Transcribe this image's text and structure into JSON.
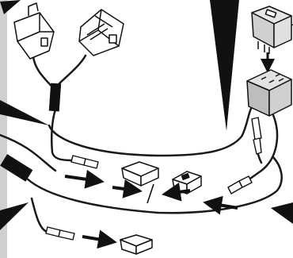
{
  "diagram": {
    "description_free": true,
    "colors": {
      "background": "#ffffff",
      "left_strip": "#d0d0d0",
      "line": "#111111",
      "wire": "#1a1a1a",
      "sleeve": "#111111",
      "relay_body": "#d8d8d8",
      "relay_socket": "#bdbdbd",
      "connector_fill": "#ffffff"
    },
    "arrows": [
      {
        "name": "arrow-left-terminal-to-housing",
        "direction": "right"
      },
      {
        "name": "arrow-housing-to-center",
        "direction": "right"
      },
      {
        "name": "arrow-center-from-right-housing",
        "direction": "left"
      },
      {
        "name": "arrow-right-terminal-to-housing",
        "direction": "left"
      },
      {
        "name": "arrow-bottom-terminal-to-housing",
        "direction": "right"
      },
      {
        "name": "arrow-relay-into-socket",
        "direction": "down"
      }
    ],
    "components": [
      "connector-top-left",
      "connector-top-center",
      "relay",
      "relay-socket",
      "sleeve-upper",
      "sleeve-left",
      "terminal-left",
      "terminal-right",
      "terminal-bottom",
      "housing-center-left",
      "housing-center-right",
      "housing-bottom",
      "single-terminal-right"
    ]
  }
}
